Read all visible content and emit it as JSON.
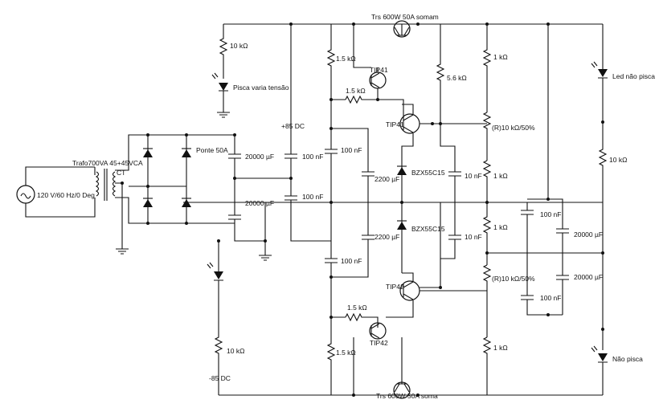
{
  "labels": {
    "trs_top": "Trs 600W 50A somam",
    "trs_bottom": "Trs 600W 50A soma",
    "r_10k_top": "10 kΩ",
    "pisca": "Pisca varia tensão",
    "plus85": "+85 DC",
    "minus85": "-85 DC",
    "trafo": "Trafo700VA 45+45VCA",
    "ct": "CT",
    "source": "120 V/60 Hz/0 Deg",
    "ponte": "Ponte 50A",
    "c1": "20000 µF",
    "c2": "20000 µF",
    "c3": "100 nF",
    "c4": "100 nF",
    "r_1k5_a": "1.5 kΩ",
    "r_1k5_b": "1.5 kΩ",
    "tip41_a": "TIP41",
    "tip41_b": "TIP41",
    "r_5k6": "5.6 kΩ",
    "r_1k_a": "1 kΩ",
    "pot_a": "(R)10 kΩ/50%",
    "c_100n_a": "100 nF",
    "c_2200_a": "2200 µF",
    "z1": "BZX55C15",
    "c_10n_a": "10 nF",
    "r_1k_b": "1 kΩ",
    "z2": "BZX55C15",
    "c_10n_b": "10 nF",
    "c_2200_b": "2200 µF",
    "r_1k_c": "1 kΩ",
    "c_100n_b": "100 nF",
    "pot_b": "(R)10 kΩ/50%",
    "tip42_a": "TIP42",
    "r_1k5_c": "1.5 kΩ",
    "tip42_b": "TIP42",
    "r_1k5_d": "1.5 kΩ",
    "r_1k_d": "1 kΩ",
    "r_10k_bottom": "10 kΩ",
    "c_100n_c": "100 nF",
    "c_20000_c": "20000 µF",
    "c_20000_d": "20000 µF",
    "c_100n_d": "100 nF",
    "led_nao_pisca": "Led não pisca",
    "r_10k_right": "10 kΩ",
    "nao_pisca": "Não pisca"
  }
}
